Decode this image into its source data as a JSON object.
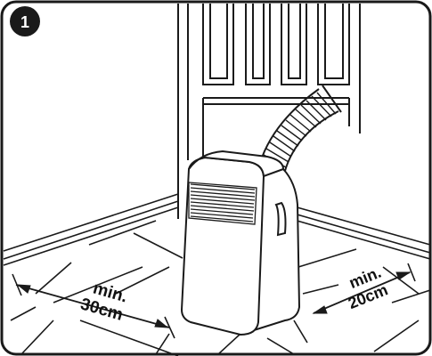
{
  "figure": {
    "step_number": "1",
    "left_clearance": {
      "line1": "min.",
      "line2": "30cm"
    },
    "right_clearance": {
      "line1": "min.",
      "line2": "20cm"
    },
    "colors": {
      "line": "#1a1a1a",
      "badge": "#1a1a1a",
      "background": "#ffffff"
    }
  }
}
